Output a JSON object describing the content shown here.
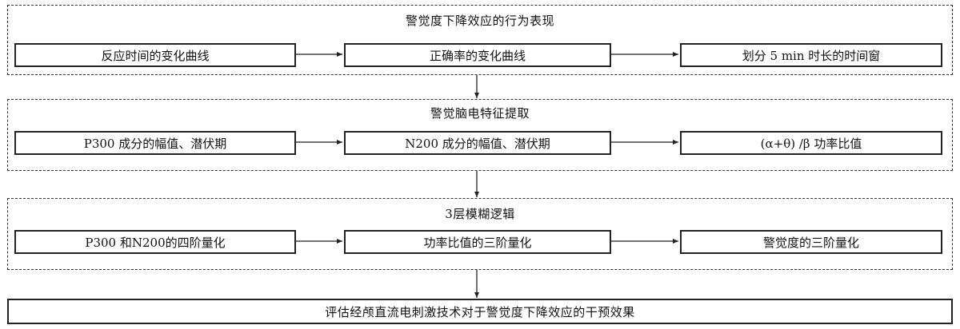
{
  "groups": [
    {
      "title": "警觉度下降效应的行为表现",
      "boxes": [
        "反应时间的变化曲线",
        "正确率的变化曲线",
        "划分 5 min 时长的时间窗"
      ]
    },
    {
      "title": "警觉脑电特征提取",
      "boxes": [
        "P300 成分的幅值、潜伏期",
        "N200 成分的幅值、潜伏期",
        "(α+θ) /β 功率比值"
      ]
    },
    {
      "title": "3层模糊逻辑",
      "boxes": [
        "P300 和N200的四阶量化",
        "功率比值的三阶量化",
        "警觉度的三阶量化"
      ]
    }
  ],
  "final": "评估经颅直流电刺激技术对于警觉度下降效应的干预效果"
}
